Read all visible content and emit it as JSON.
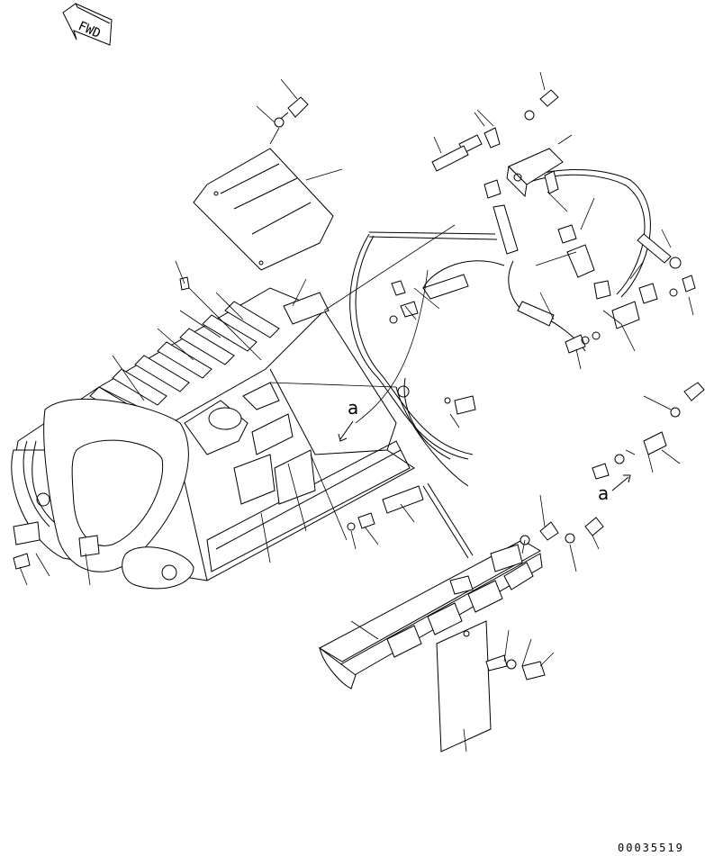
{
  "direction_badge": {
    "text": "FWD"
  },
  "callouts": [
    {
      "id": "callout-a-left",
      "text": "a"
    },
    {
      "id": "callout-a-right",
      "text": "a"
    }
  ],
  "drawing_code": "00035519"
}
